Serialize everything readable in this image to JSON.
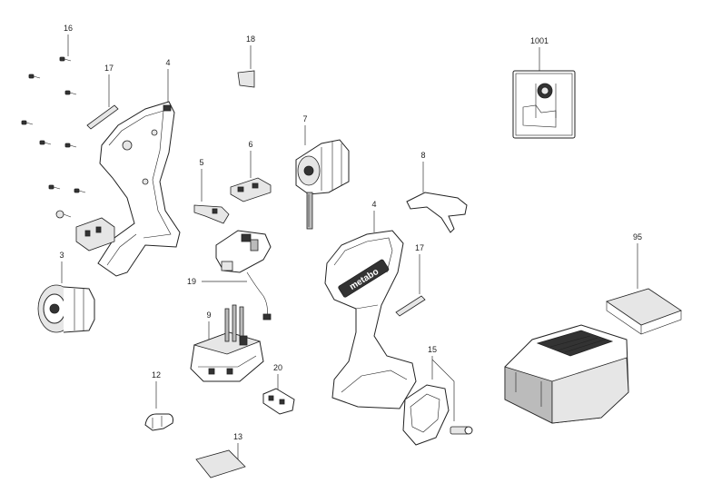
{
  "labels": {
    "p16": "16",
    "p17a": "17",
    "p4a": "4",
    "p18": "18",
    "p1001": "1001",
    "p7": "7",
    "p6": "6",
    "p5": "5",
    "p8": "8",
    "p4b": "4",
    "p3": "3",
    "p17b": "17",
    "p95": "95",
    "p19": "19",
    "p9": "9",
    "p15": "15",
    "p12": "12",
    "p20": "20",
    "p13": "13"
  },
  "brand_text": "metabo",
  "colors": {
    "line": "#222222",
    "fill_dark": "#333333",
    "fill_mid": "#bbbbbb",
    "fill_light": "#e6e6e6"
  }
}
